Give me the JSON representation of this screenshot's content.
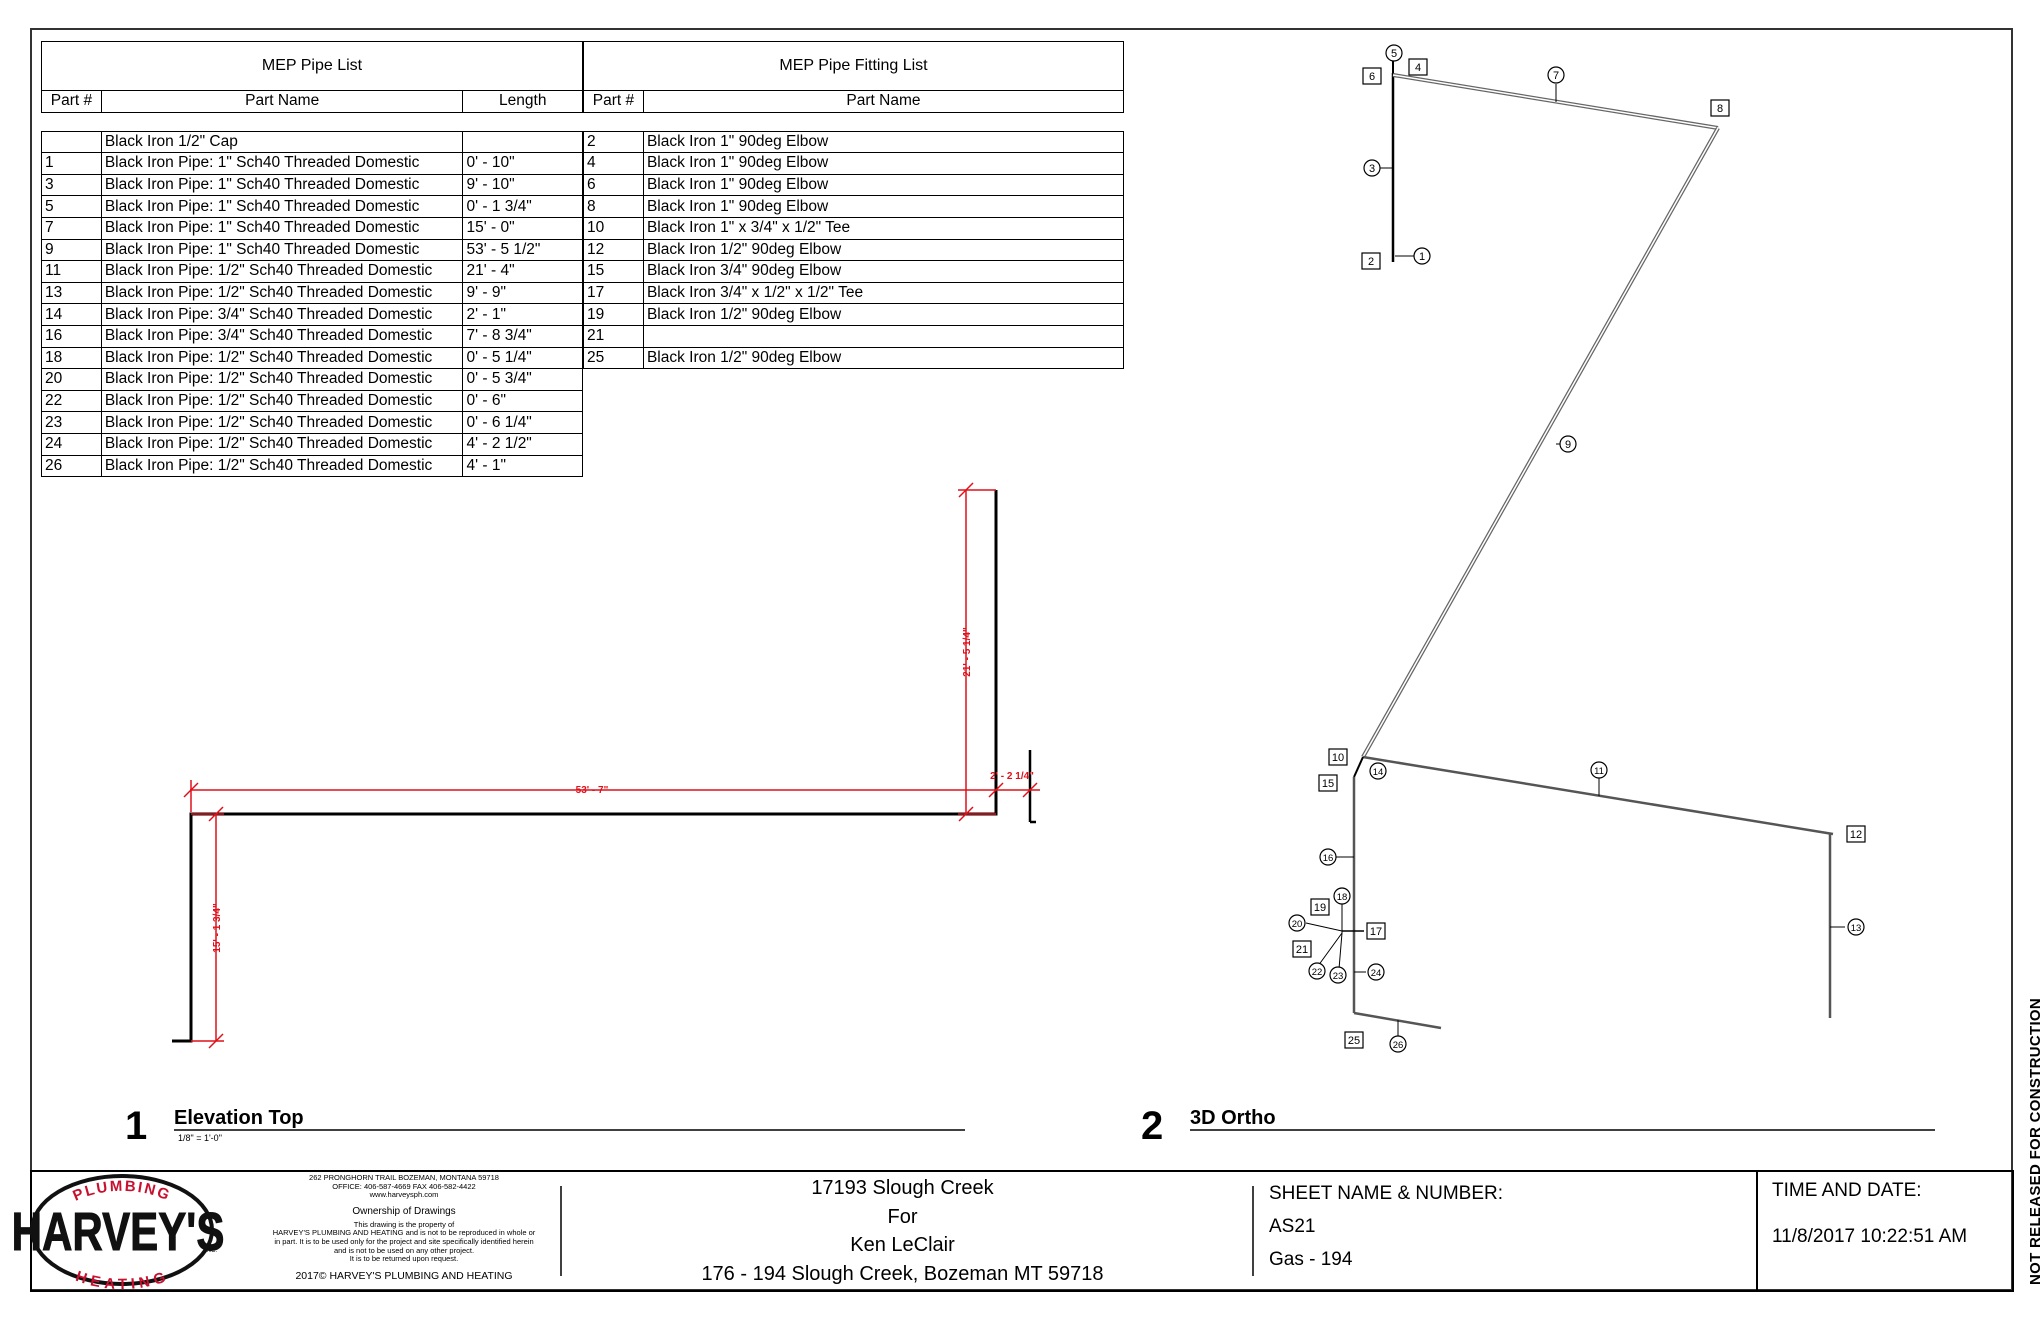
{
  "pipe_list": {
    "title": "MEP Pipe List",
    "headers": [
      "Part #",
      "Part Name",
      "Length"
    ],
    "rows": [
      {
        "part": "",
        "name": "Black Iron 1/2\" Cap",
        "length": ""
      },
      {
        "part": "1",
        "name": "Black Iron Pipe: 1\" Sch40 Threaded Domestic",
        "length": "0' - 10\""
      },
      {
        "part": "3",
        "name": "Black Iron Pipe: 1\" Sch40 Threaded Domestic",
        "length": "9' - 10\""
      },
      {
        "part": "5",
        "name": "Black Iron Pipe: 1\" Sch40 Threaded Domestic",
        "length": "0' - 1 3/4\""
      },
      {
        "part": "7",
        "name": "Black Iron Pipe: 1\" Sch40 Threaded Domestic",
        "length": "15' - 0\""
      },
      {
        "part": "9",
        "name": "Black Iron Pipe: 1\" Sch40 Threaded Domestic",
        "length": "53' - 5 1/2\""
      },
      {
        "part": "11",
        "name": "Black Iron Pipe:  1/2\" Sch40 Threaded Domestic",
        "length": "21' - 4\""
      },
      {
        "part": "13",
        "name": "Black Iron Pipe:  1/2\" Sch40 Threaded Domestic",
        "length": "9' - 9\""
      },
      {
        "part": "14",
        "name": "Black Iron Pipe:  3/4\" Sch40 Threaded Domestic",
        "length": "2' - 1\""
      },
      {
        "part": "16",
        "name": "Black Iron Pipe:  3/4\" Sch40 Threaded Domestic",
        "length": "7' - 8 3/4\""
      },
      {
        "part": "18",
        "name": "Black Iron Pipe:  1/2\" Sch40 Threaded Domestic",
        "length": "0' - 5 1/4\""
      },
      {
        "part": "20",
        "name": "Black Iron Pipe:  1/2\" Sch40 Threaded Domestic",
        "length": "0' - 5 3/4\""
      },
      {
        "part": "22",
        "name": "Black Iron Pipe:  1/2\" Sch40 Threaded Domestic",
        "length": "0' - 6\""
      },
      {
        "part": "23",
        "name": "Black Iron Pipe:  1/2\" Sch40 Threaded Domestic",
        "length": "0' - 6 1/4\""
      },
      {
        "part": "24",
        "name": "Black Iron Pipe:  1/2\" Sch40 Threaded Domestic",
        "length": "4' - 2 1/2\""
      },
      {
        "part": "26",
        "name": "Black Iron Pipe:  1/2\" Sch40 Threaded Domestic",
        "length": "4' - 1\""
      }
    ]
  },
  "fitting_list": {
    "title": "MEP Pipe Fitting List",
    "headers": [
      "Part #",
      "Part Name"
    ],
    "rows": [
      {
        "part": "2",
        "name": "Black Iron 1\" 90deg Elbow"
      },
      {
        "part": "4",
        "name": "Black Iron 1\" 90deg Elbow"
      },
      {
        "part": "6",
        "name": "Black Iron 1\" 90deg Elbow"
      },
      {
        "part": "8",
        "name": "Black Iron 1\" 90deg Elbow"
      },
      {
        "part": "10",
        "name": "Black Iron 1\" x 3/4\" x  1/2\" Tee"
      },
      {
        "part": "12",
        "name": "Black Iron 1/2\" 90deg Elbow"
      },
      {
        "part": "15",
        "name": "Black Iron 3/4\" 90deg Elbow"
      },
      {
        "part": "17",
        "name": "Black Iron 3/4\" x 1/2\" x  1/2\" Tee"
      },
      {
        "part": "19",
        "name": "Black Iron 1/2\" 90deg Elbow"
      },
      {
        "part": "21",
        "name": ""
      },
      {
        "part": "25",
        "name": "Black Iron 1/2\" 90deg Elbow"
      }
    ]
  },
  "view1": {
    "number": "1",
    "title": "Elevation Top",
    "scale": "1/8\" = 1'-0\"",
    "dims": {
      "long": "53' - 7\"",
      "vertical_left": "15' - 1 3/4\"",
      "vertical_right": "21' - 5 1/4\"",
      "short": "2' - 2 1/4\""
    },
    "dim_color": "#e0101a"
  },
  "view2": {
    "number": "2",
    "title": "3D Ortho",
    "tags_square": [
      "6",
      "4",
      "8",
      "2",
      "10",
      "15",
      "12",
      "19",
      "17",
      "21",
      "25"
    ],
    "tags_circle": [
      "5",
      "7",
      "3",
      "1",
      "9",
      "14",
      "11",
      "16",
      "18",
      "20",
      "13",
      "22",
      "23",
      "24",
      "26"
    ]
  },
  "title_block": {
    "logo_top": "PLUMBING",
    "logo_main": "HARVEY'S",
    "logo_inc": "INC.",
    "logo_bottom": "HEATING",
    "logo_color": "#c8102e",
    "address": "262 PRONGHORN TRAIL BOZEMAN, MONTANA 59718",
    "phone": "OFFICE: 406-587-4669 FAX 406-582-4422",
    "website": "www.harveysph.com",
    "ownership_title": "Ownership of Drawings",
    "ownership_lines": [
      "This drawing is the property of",
      "HARVEY'S PLUMBING AND HEATING and is not to be reproduced in whole or",
      "in part. It is to be used only for the project and site specifically identified herein",
      "and is not to be used on any other project.",
      "It is to be returned upon request."
    ],
    "copyright": "2017© HARVEY'S PLUMBING AND HEATING",
    "project_name": "17193 Slough Creek",
    "for_label": "For",
    "client": "Ken LeClair",
    "project_address": "176 - 194 Slough Creek, Bozeman MT 59718",
    "sheet_label": "SHEET NAME & NUMBER:",
    "sheet_number": "AS21",
    "sheet_name": "Gas - 194",
    "time_label": "TIME AND DATE:",
    "time_value": "11/8/2017 10:22:51 AM"
  },
  "side_note": "NOT RELEASED FOR CONSTRUCTION"
}
